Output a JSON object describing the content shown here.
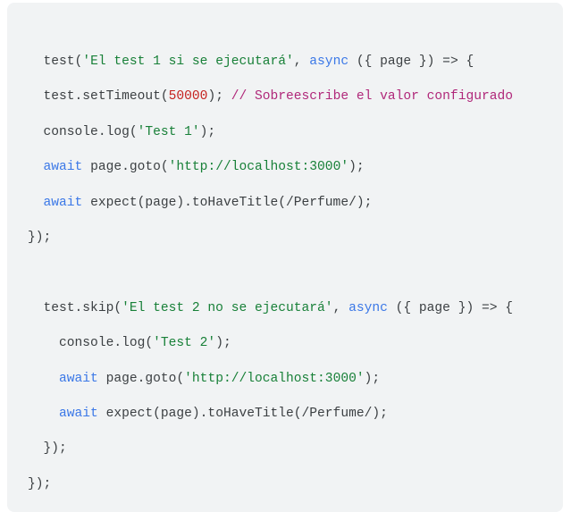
{
  "colors": {
    "plain": "#3c4043",
    "string": "#188038",
    "keyword": "#3b78e7",
    "number": "#c5221f",
    "comment": "#b0287a",
    "background": "#f1f3f4"
  },
  "code_lines": [
    [
      [
        "plain",
        "  test("
      ],
      [
        "str",
        "'El test 1 si se ejecutará'"
      ],
      [
        "plain",
        ", "
      ],
      [
        "kw",
        "async"
      ],
      [
        "plain",
        " ({ page }) => {"
      ]
    ],
    [
      [
        "plain",
        "  test.setTimeout("
      ],
      [
        "num",
        "50000"
      ],
      [
        "plain",
        "); "
      ],
      [
        "com",
        "// Sobreescribe el valor configurado"
      ]
    ],
    [
      [
        "plain",
        "  console.log("
      ],
      [
        "str",
        "'Test 1'"
      ],
      [
        "plain",
        ");"
      ]
    ],
    [
      [
        "kw",
        "  await"
      ],
      [
        "plain",
        " page.goto("
      ],
      [
        "str",
        "'http://localhost:3000'"
      ],
      [
        "plain",
        ");"
      ]
    ],
    [
      [
        "kw",
        "  await"
      ],
      [
        "plain",
        " expect(page).toHaveTitle(/Perfume/);"
      ]
    ],
    [
      [
        "plain",
        "});"
      ]
    ],
    [
      [
        "plain",
        ""
      ]
    ],
    [
      [
        "plain",
        "  test.skip("
      ],
      [
        "str",
        "'El test 2 no se ejecutará'"
      ],
      [
        "plain",
        ", "
      ],
      [
        "kw",
        "async"
      ],
      [
        "plain",
        " ({ page }) => {"
      ]
    ],
    [
      [
        "plain",
        "    console.log("
      ],
      [
        "str",
        "'Test 2'"
      ],
      [
        "plain",
        ");"
      ]
    ],
    [
      [
        "kw",
        "    await"
      ],
      [
        "plain",
        " page.goto("
      ],
      [
        "str",
        "'http://localhost:3000'"
      ],
      [
        "plain",
        ");"
      ]
    ],
    [
      [
        "kw",
        "    await"
      ],
      [
        "plain",
        " expect(page).toHaveTitle(/Perfume/);"
      ]
    ],
    [
      [
        "plain",
        "  });"
      ]
    ],
    [
      [
        "plain",
        "});"
      ]
    ]
  ]
}
